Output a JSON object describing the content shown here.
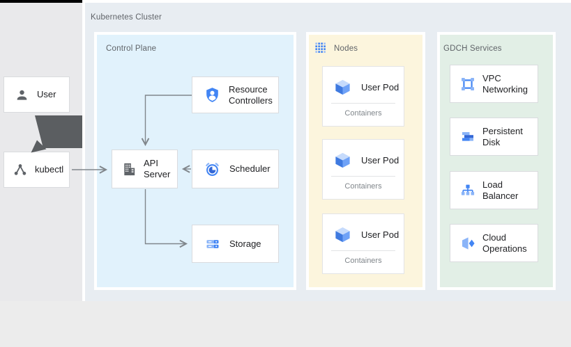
{
  "cluster": {
    "label": "Kubernetes Cluster"
  },
  "external": {
    "user": {
      "label": "User"
    },
    "kubectl": {
      "label": "kubectl"
    }
  },
  "control_plane": {
    "label": "Control Plane",
    "resource_controllers": {
      "line1": "Resource",
      "line2": "Controllers"
    },
    "api_server": {
      "line1": "API",
      "line2": "Server"
    },
    "scheduler": {
      "label": "Scheduler"
    },
    "storage": {
      "label": "Storage"
    }
  },
  "nodes": {
    "label": "Nodes",
    "pods": [
      {
        "label": "User Pod",
        "sublabel": "Containers"
      },
      {
        "label": "User Pod",
        "sublabel": "Containers"
      },
      {
        "label": "User Pod",
        "sublabel": "Containers"
      }
    ]
  },
  "gdch": {
    "label": "GDCH Services",
    "services": [
      {
        "line1": "VPC",
        "line2": "Networking"
      },
      {
        "line1": "Persistent",
        "line2": "Disk"
      },
      {
        "line1": "Load",
        "line2": "Balancer"
      },
      {
        "line1": "Cloud",
        "line2": "Operations"
      }
    ]
  },
  "colors": {
    "cluster_bg": "#e8edf2",
    "control_plane_bg": "#e1f2fc",
    "nodes_bg": "#fcf5dd",
    "gdch_bg": "#e2efe6",
    "accent_blue": "#4285f4",
    "accent_blue_dark": "#3367d6",
    "accent_blue_light": "#8ab4f8",
    "icon_gray": "#5f6368",
    "arrow_gray": "#80868b",
    "thick_arrow_gray": "#5b5e61"
  }
}
